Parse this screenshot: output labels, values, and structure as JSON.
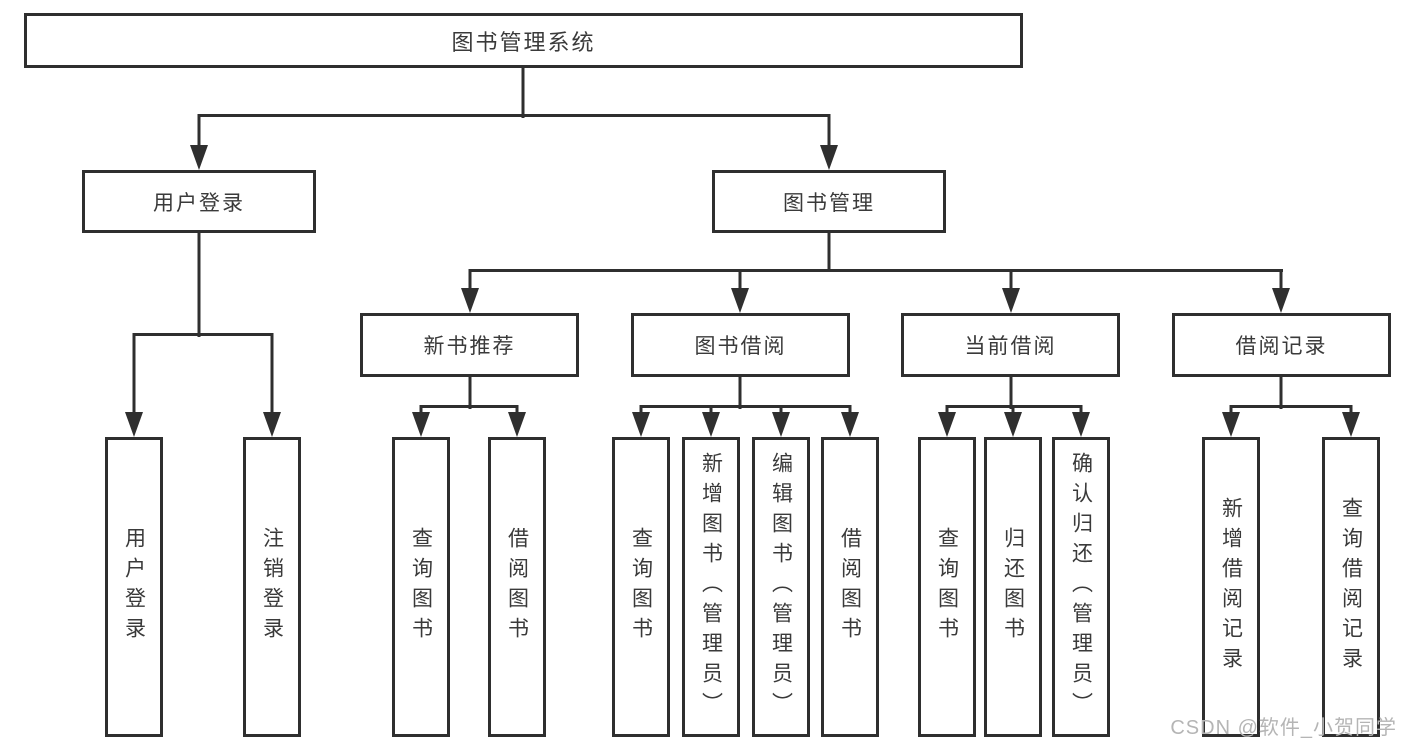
{
  "tree": {
    "label": "图书管理系统",
    "children": [
      {
        "label": "用户登录",
        "children": [
          {
            "label": "用户登录"
          },
          {
            "label": "注销登录"
          }
        ]
      },
      {
        "label": "图书管理",
        "children": [
          {
            "label": "新书推荐",
            "children": [
              {
                "label": "查询图书"
              },
              {
                "label": "借阅图书"
              }
            ]
          },
          {
            "label": "图书借阅",
            "children": [
              {
                "label": "查询图书"
              },
              {
                "label": "新增图书（管理员）"
              },
              {
                "label": "编辑图书（管理员）"
              },
              {
                "label": "借阅图书"
              }
            ]
          },
          {
            "label": "当前借阅",
            "children": [
              {
                "label": "查询图书"
              },
              {
                "label": "归还图书"
              },
              {
                "label": "确认归还（管理员）"
              }
            ]
          },
          {
            "label": "借阅记录",
            "children": [
              {
                "label": "新增借阅记录"
              },
              {
                "label": "查询借阅记录"
              }
            ]
          }
        ]
      }
    ]
  },
  "watermark": "CSDN @软件_小贺同学",
  "colors": {
    "line": "#2f2f2f",
    "text": "#3a3a3a",
    "background": "#ffffff",
    "watermark": "#b5b5b5"
  }
}
